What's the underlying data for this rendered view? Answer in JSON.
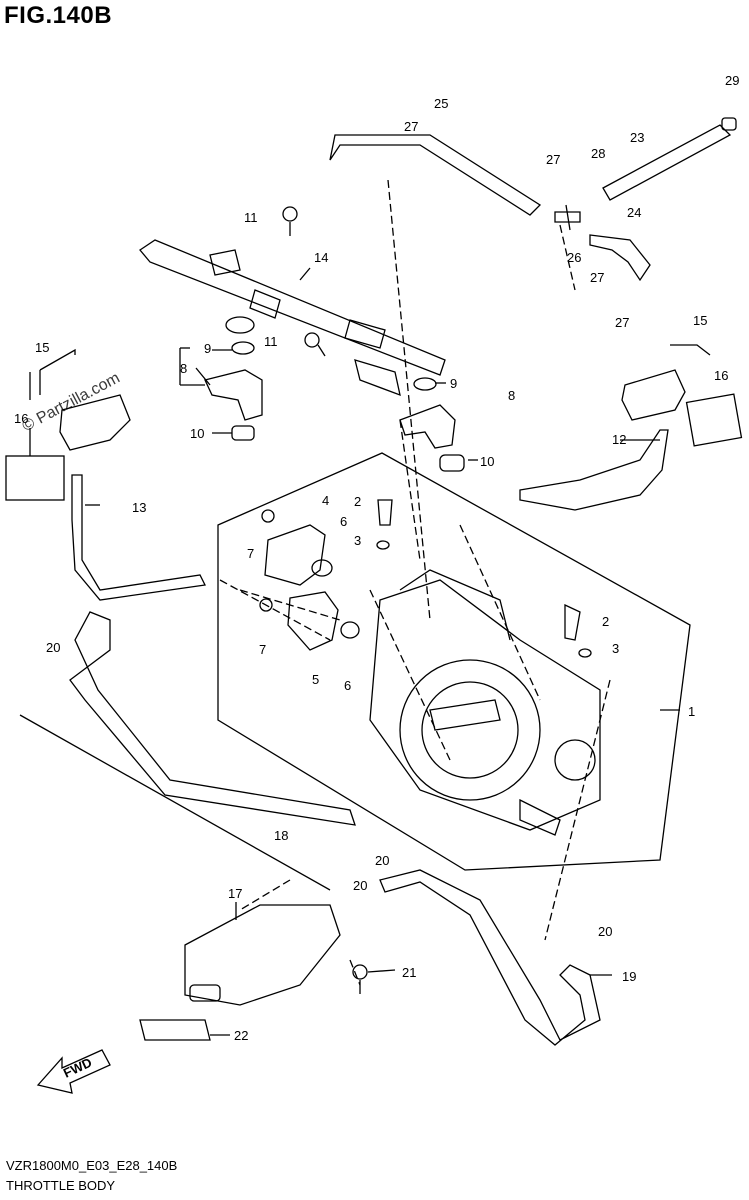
{
  "title": "FIG.140B",
  "drawing_code": "VZR1800M0_E03_E28_140B",
  "caption": "THROTTLE BODY",
  "watermark": "© Partzilla.com",
  "fwd_label": "FWD",
  "callouts": [
    "1",
    "2",
    "2",
    "3",
    "3",
    "4",
    "5",
    "6",
    "6",
    "7",
    "7",
    "8",
    "8",
    "9",
    "9",
    "10",
    "10",
    "11",
    "11",
    "12",
    "13",
    "14",
    "15",
    "15",
    "16",
    "16",
    "17",
    "18",
    "19",
    "20",
    "20",
    "20",
    "20",
    "21",
    "22",
    "23",
    "24",
    "25",
    "26",
    "27",
    "27",
    "27",
    "27",
    "28",
    "29"
  ]
}
